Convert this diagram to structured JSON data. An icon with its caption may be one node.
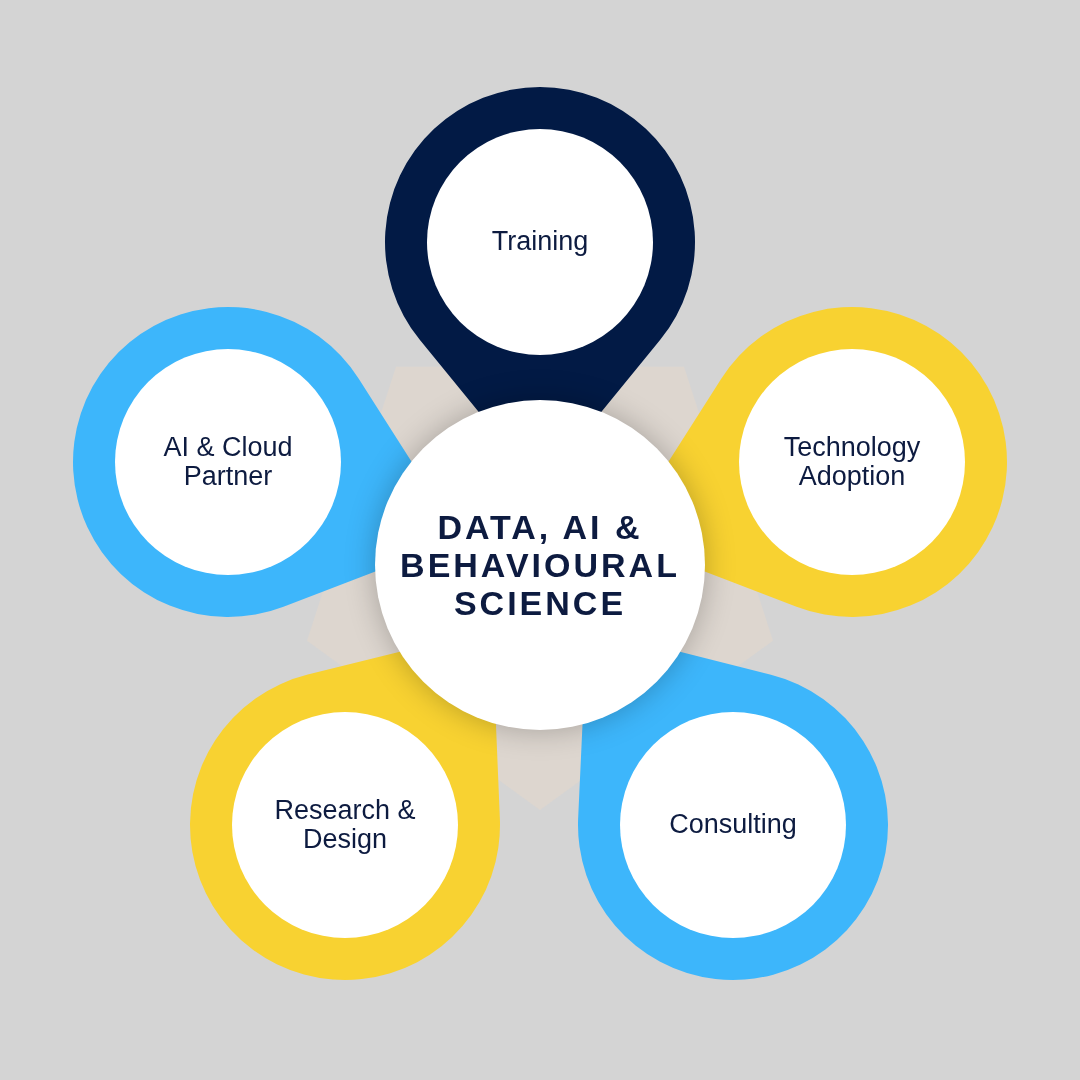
{
  "diagram": {
    "nodes": [
      {
        "text": [
          "Training"
        ]
      },
      {
        "text": [
          "AI & Cloud Partner"
        ]
      },
      {
        "text": [
          "Technology Adoption"
        ]
      },
      {
        "text": [
          "DATA, AI & BEHAVIOURAL SCIENCE"
        ]
      },
      {
        "text": [
          "Research & Design"
        ]
      },
      {
        "text": [
          "Consulting"
        ]
      }
    ]
  }
}
